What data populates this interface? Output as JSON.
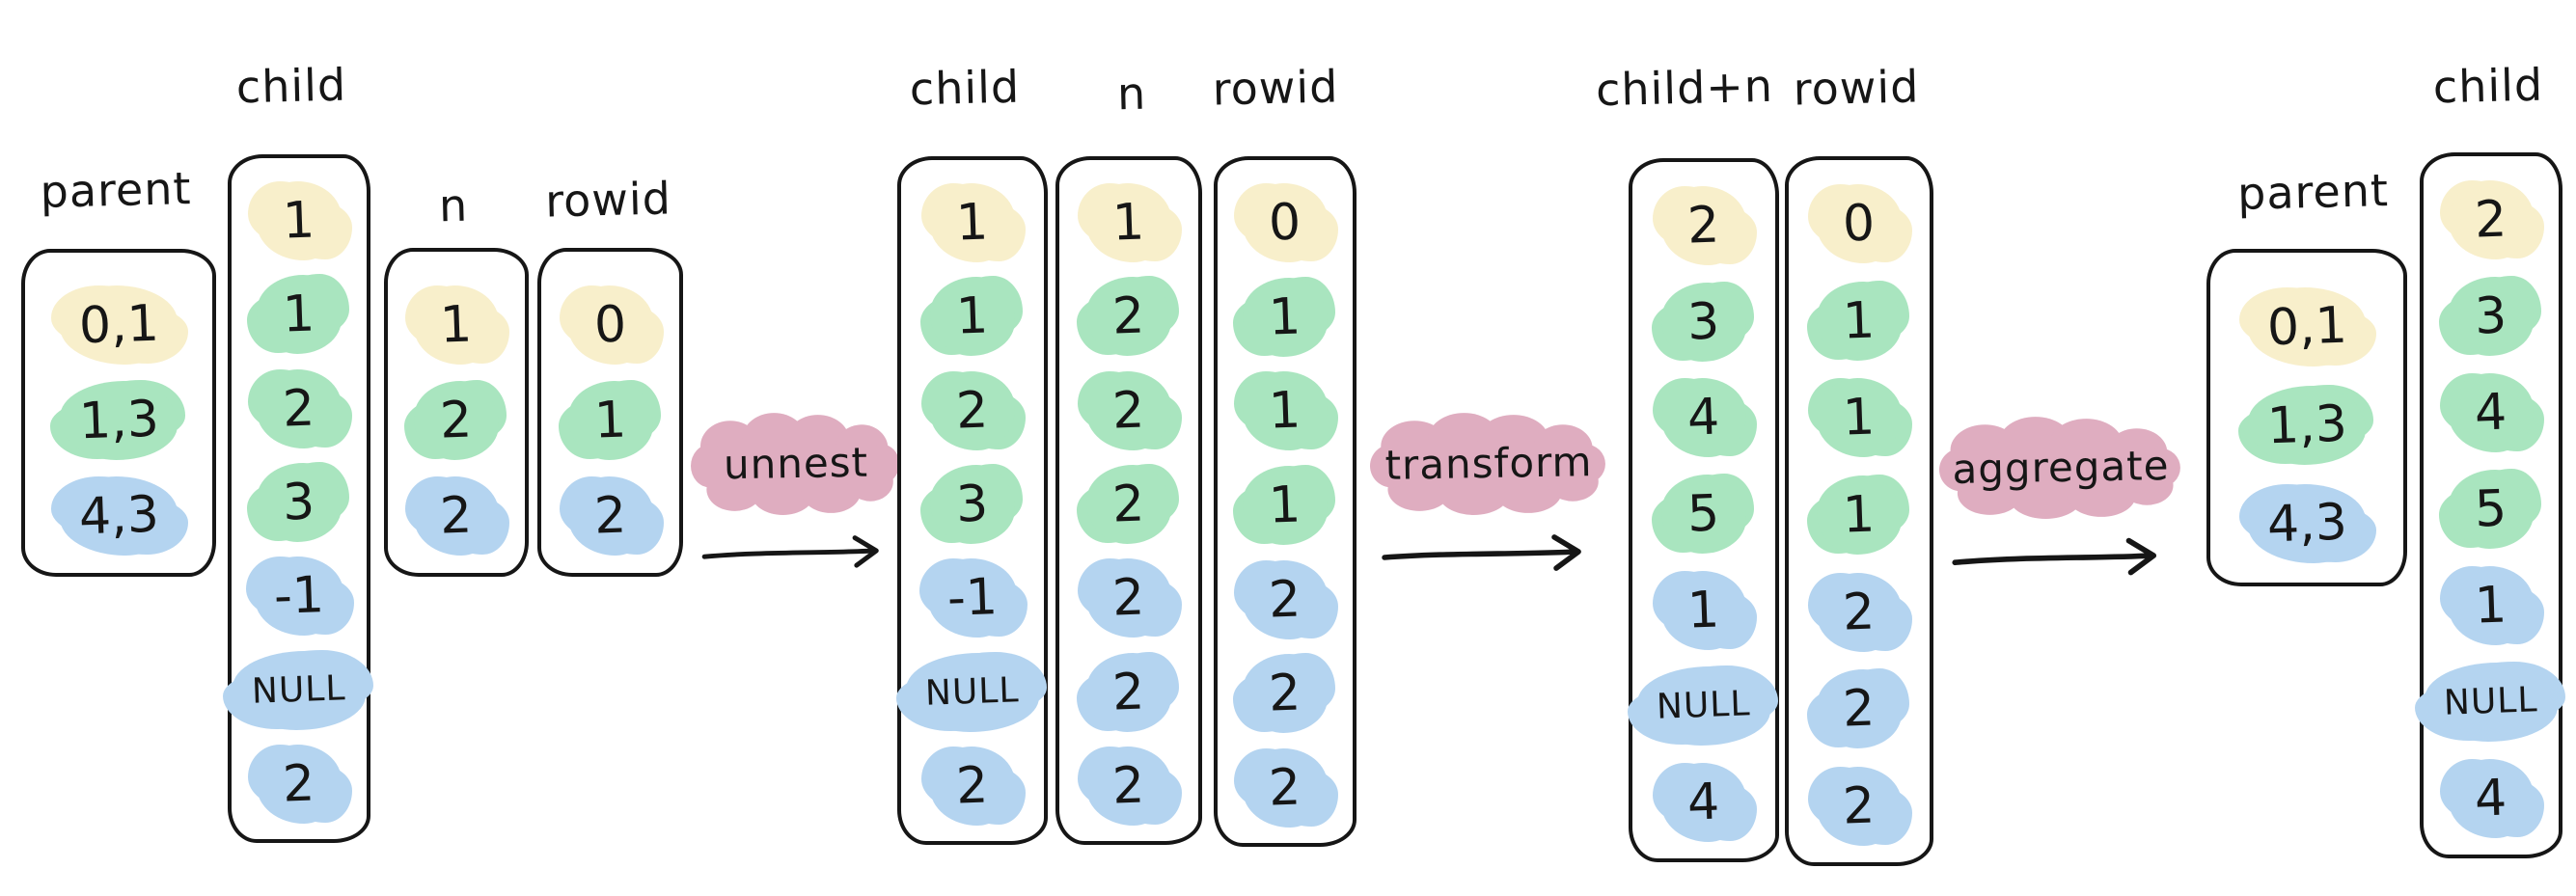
{
  "palette": {
    "ink": "#161616",
    "yellow": "#f8efcb",
    "green": "#a9e5bf",
    "blue": "#b4d4f0",
    "pink": "#dfadc0"
  },
  "operations": [
    {
      "label": "unnest"
    },
    {
      "label": "transform"
    },
    {
      "label": "aggregate"
    }
  ],
  "stages": [
    {
      "name": "nested-input",
      "columns": [
        {
          "label": "parent",
          "rows": [
            {
              "value": "0,1",
              "color": "yellow"
            },
            {
              "value": "1,3",
              "color": "green"
            },
            {
              "value": "4,3",
              "color": "blue"
            }
          ]
        },
        {
          "label": "child",
          "rows": [
            {
              "value": "1",
              "color": "yellow"
            },
            {
              "value": "1",
              "color": "green"
            },
            {
              "value": "2",
              "color": "green"
            },
            {
              "value": "3",
              "color": "green"
            },
            {
              "value": "-1",
              "color": "blue"
            },
            {
              "value": "NULL",
              "color": "blue"
            },
            {
              "value": "2",
              "color": "blue"
            }
          ]
        },
        {
          "label": "n",
          "rows": [
            {
              "value": "1",
              "color": "yellow"
            },
            {
              "value": "2",
              "color": "green"
            },
            {
              "value": "2",
              "color": "blue"
            }
          ]
        },
        {
          "label": "rowid",
          "rows": [
            {
              "value": "0",
              "color": "yellow"
            },
            {
              "value": "1",
              "color": "green"
            },
            {
              "value": "2",
              "color": "blue"
            }
          ]
        }
      ]
    },
    {
      "name": "unnested",
      "columns": [
        {
          "label": "child",
          "rows": [
            {
              "value": "1",
              "color": "yellow"
            },
            {
              "value": "1",
              "color": "green"
            },
            {
              "value": "2",
              "color": "green"
            },
            {
              "value": "3",
              "color": "green"
            },
            {
              "value": "-1",
              "color": "blue"
            },
            {
              "value": "NULL",
              "color": "blue"
            },
            {
              "value": "2",
              "color": "blue"
            }
          ]
        },
        {
          "label": "n",
          "rows": [
            {
              "value": "1",
              "color": "yellow"
            },
            {
              "value": "2",
              "color": "green"
            },
            {
              "value": "2",
              "color": "green"
            },
            {
              "value": "2",
              "color": "green"
            },
            {
              "value": "2",
              "color": "blue"
            },
            {
              "value": "2",
              "color": "blue"
            },
            {
              "value": "2",
              "color": "blue"
            }
          ]
        },
        {
          "label": "rowid",
          "rows": [
            {
              "value": "0",
              "color": "yellow"
            },
            {
              "value": "1",
              "color": "green"
            },
            {
              "value": "1",
              "color": "green"
            },
            {
              "value": "1",
              "color": "green"
            },
            {
              "value": "2",
              "color": "blue"
            },
            {
              "value": "2",
              "color": "blue"
            },
            {
              "value": "2",
              "color": "blue"
            }
          ]
        }
      ]
    },
    {
      "name": "transformed",
      "columns": [
        {
          "label": "child+n",
          "rows": [
            {
              "value": "2",
              "color": "yellow"
            },
            {
              "value": "3",
              "color": "green"
            },
            {
              "value": "4",
              "color": "green"
            },
            {
              "value": "5",
              "color": "green"
            },
            {
              "value": "1",
              "color": "blue"
            },
            {
              "value": "NULL",
              "color": "blue"
            },
            {
              "value": "4",
              "color": "blue"
            }
          ]
        },
        {
          "label": "rowid",
          "rows": [
            {
              "value": "0",
              "color": "yellow"
            },
            {
              "value": "1",
              "color": "green"
            },
            {
              "value": "1",
              "color": "green"
            },
            {
              "value": "1",
              "color": "green"
            },
            {
              "value": "2",
              "color": "blue"
            },
            {
              "value": "2",
              "color": "blue"
            },
            {
              "value": "2",
              "color": "blue"
            }
          ]
        }
      ]
    },
    {
      "name": "aggregated-output",
      "columns": [
        {
          "label": "parent",
          "rows": [
            {
              "value": "0,1",
              "color": "yellow"
            },
            {
              "value": "1,3",
              "color": "green"
            },
            {
              "value": "4,3",
              "color": "blue"
            }
          ]
        },
        {
          "label": "child",
          "rows": [
            {
              "value": "2",
              "color": "yellow"
            },
            {
              "value": "3",
              "color": "green"
            },
            {
              "value": "4",
              "color": "green"
            },
            {
              "value": "5",
              "color": "green"
            },
            {
              "value": "1",
              "color": "blue"
            },
            {
              "value": "NULL",
              "color": "blue"
            },
            {
              "value": "4",
              "color": "blue"
            }
          ]
        }
      ]
    }
  ]
}
